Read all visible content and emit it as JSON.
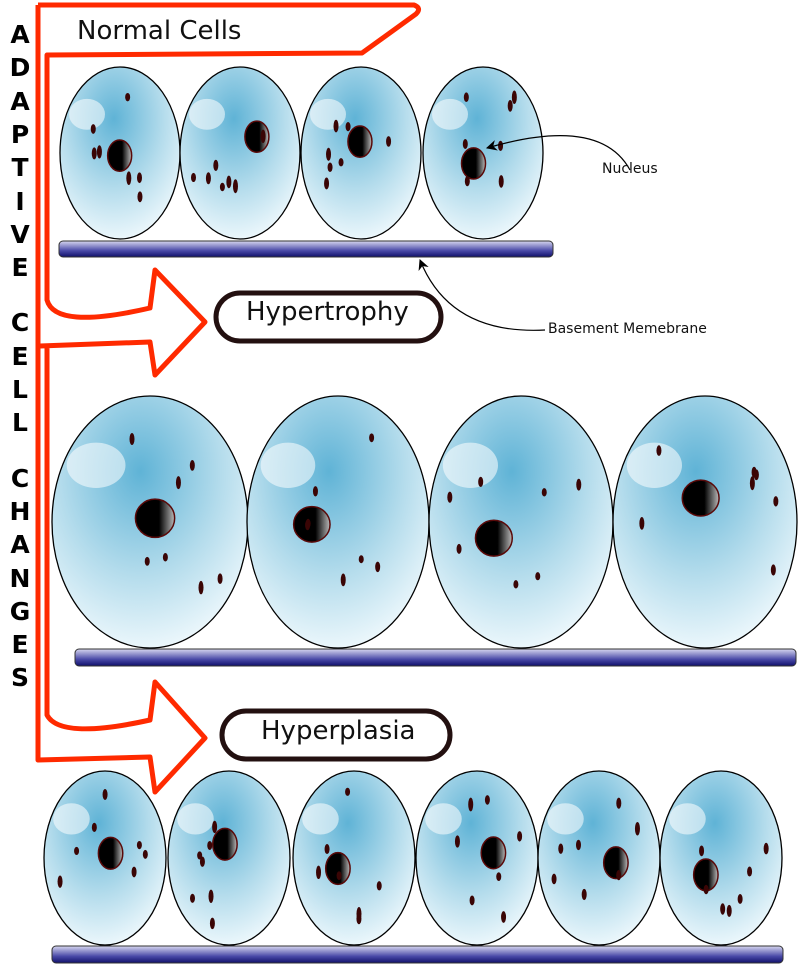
{
  "side_title": "ADAPTIVE CELL CHANGES",
  "sections": {
    "normal": "Normal Cells",
    "hypertrophy": "Hypertrophy",
    "hyperplasia": "Hyperplasia"
  },
  "annotations": {
    "nucleus": "Nucleus",
    "basement_membrane": "Basement Memebrane"
  },
  "colors": {
    "outline_red": "#ff2a00",
    "label_border": "#231010",
    "cell_blue": "#5fb3d6",
    "membrane": "#1a1a80",
    "nucleus": "#000000",
    "organelle": "#3a0505"
  }
}
